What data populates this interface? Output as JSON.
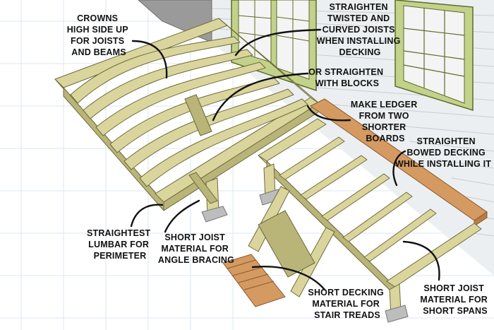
{
  "callouts": {
    "crowns": [
      "CROWNS",
      "HIGH SIDE UP",
      "FOR JOISTS",
      "AND BEAMS"
    ],
    "straighten_twisted": [
      "STRAIGHTEN",
      "TWISTED AND",
      "CURVED JOISTS",
      "WHEN INSTALLING",
      "DECKING"
    ],
    "straighten_blocks": [
      "OR STRAIGHTEN",
      "WITH BLOCKS"
    ],
    "ledger": [
      "MAKE LEDGER",
      "FROM TWO",
      "SHORTER",
      "BOARDS"
    ],
    "bowed_decking": [
      "STRAIGHTEN",
      "BOWED DECKING",
      "WHILE INSTALLING IT"
    ],
    "straightest_lumbar": [
      "STRAIGHTEST",
      "LUMBAR FOR",
      "PERIMETER"
    ],
    "angle_bracing": [
      "SHORT JOIST",
      "MATERIAL FOR",
      "ANGLE BRACING"
    ],
    "stair_treads": [
      "SHORT DECKING",
      "MATERIAL FOR",
      "STAIR TREADS"
    ],
    "short_spans": [
      "SHORT JOIST",
      "MATERIAL FOR",
      "SHORT SPANS"
    ]
  },
  "colors": {
    "lumber": "#d9d59c",
    "lumber_shadow": "#b9b478",
    "decking": "#d49a62",
    "siding": "#eceff1",
    "window_trim": "#c3d28a",
    "grid": "#dde7f2",
    "text": "#111111"
  }
}
